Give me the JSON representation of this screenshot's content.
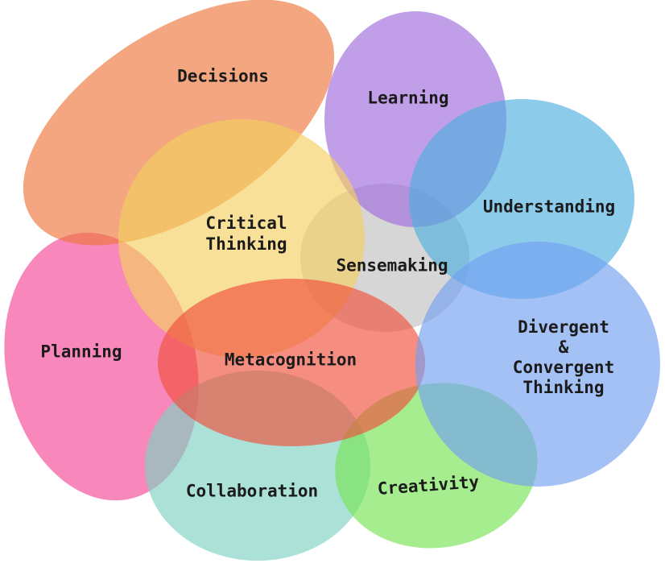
{
  "diagram": {
    "background_color": "#ffffff",
    "text_color": "#1b1b1b",
    "fill_opacity": 0.65,
    "shapes": [
      {
        "id": "sensemaking",
        "label": "Sensemaking",
        "color": "#C0C0C0"
      },
      {
        "id": "learning",
        "label": "Learning",
        "color": "#9E6BDC"
      },
      {
        "id": "understanding",
        "label": "Understanding",
        "color": "#4EAFDF"
      },
      {
        "id": "planning",
        "label": "Planning",
        "color": "#F44896"
      },
      {
        "id": "decisions",
        "label": "Decisions",
        "color": "#ED763A"
      },
      {
        "id": "critical-thinking",
        "label": "Critical\nThinking",
        "color": "#F5D061"
      },
      {
        "id": "collaboration",
        "label": "Collaboration",
        "color": "#7ED1C0"
      },
      {
        "id": "creativity",
        "label": "Creativity",
        "color": "#76E354"
      },
      {
        "id": "metacognition",
        "label": "Metacognition",
        "color": "#F0503C"
      },
      {
        "id": "divergent-convergent",
        "label": "Divergent &\nConvergent\nThinking",
        "color": "#73A0F1"
      }
    ]
  }
}
